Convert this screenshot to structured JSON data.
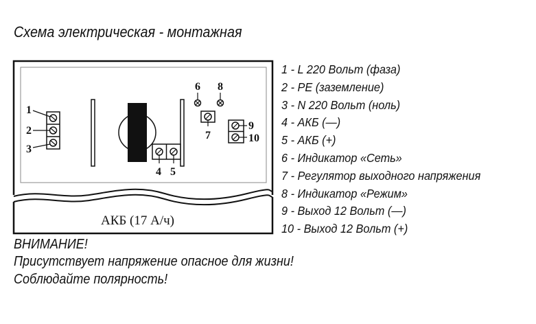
{
  "title": "Схема электрическая - монтажная",
  "diagram": {
    "labels": [
      "1",
      "2",
      "3",
      "4",
      "5",
      "6",
      "7",
      "8",
      "9",
      "10"
    ],
    "battery_label": "АКБ (17 А/ч)"
  },
  "legend": [
    "1 - L 220 Вольт (фаза)",
    "2 - PE (заземление)",
    "3 - N 220 Вольт (ноль)",
    "4 - АКБ (—)",
    "5 - АКБ (+)",
    "6 - Индикатор «Сеть»",
    "7 - Регулятор выходного напряжения",
    "8 - Индикатор «Режим»",
    "9 - Выход 12 Вольт (—)",
    "10 - Выход 12 Вольт (+)"
  ],
  "warning": {
    "heading": "ВНИМАНИЕ!",
    "line1": "Присутствует напряжение опасное для жизни!",
    "line2": "Соблюдайте полярность!"
  }
}
